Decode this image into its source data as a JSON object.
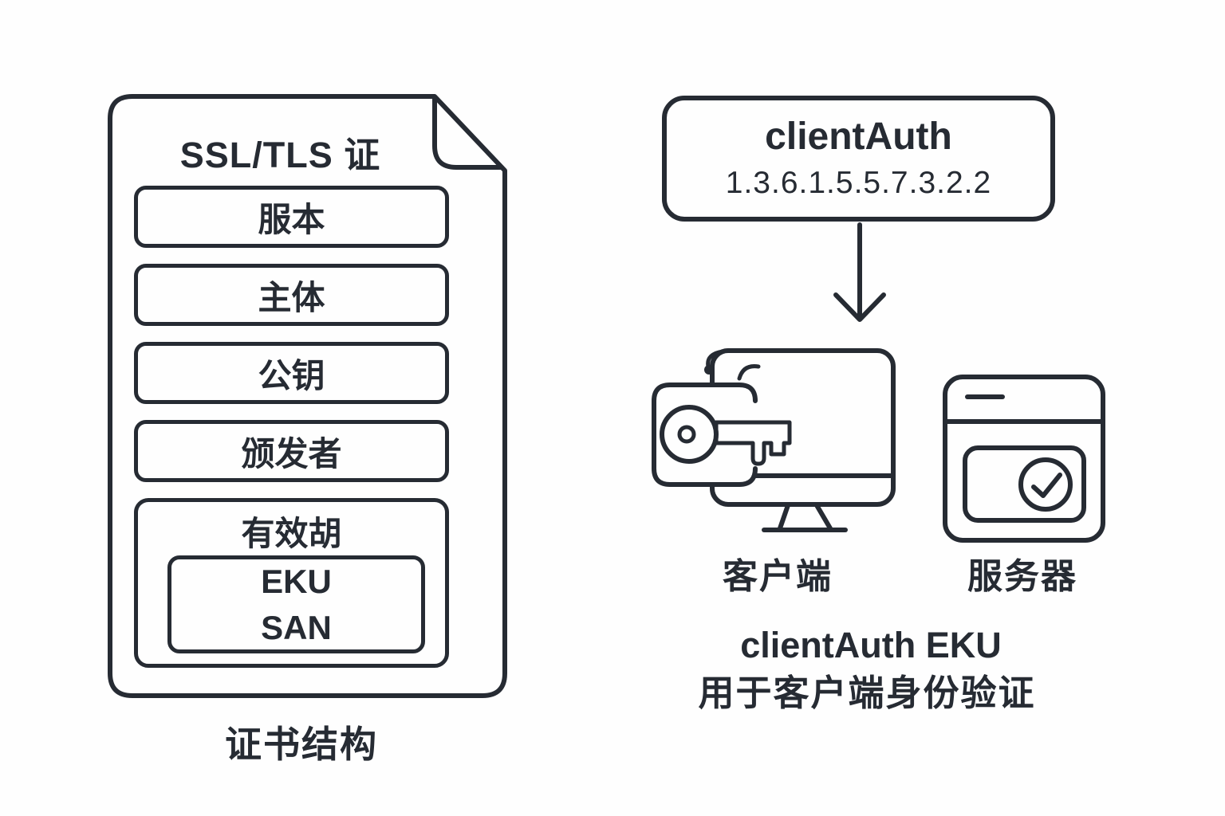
{
  "colors": {
    "stroke": "#262b33",
    "background": "#fefefe"
  },
  "certificate": {
    "title": "SSL/TLS 证",
    "fields": [
      "服本",
      "主体",
      "公钥",
      "颁发者"
    ],
    "validity_label": "有效胡",
    "extensions": [
      "EKU",
      "SAN"
    ],
    "caption": "证书结构"
  },
  "eku_badge": {
    "name": "clientAuth",
    "oid": "1.3.6.1.5.5.7.3.2.2"
  },
  "endpoints": {
    "client_label": "客户端",
    "server_label": "服务器"
  },
  "footer": {
    "line1": "clientAuth EKU",
    "line2": "用于客户端身份验证"
  }
}
